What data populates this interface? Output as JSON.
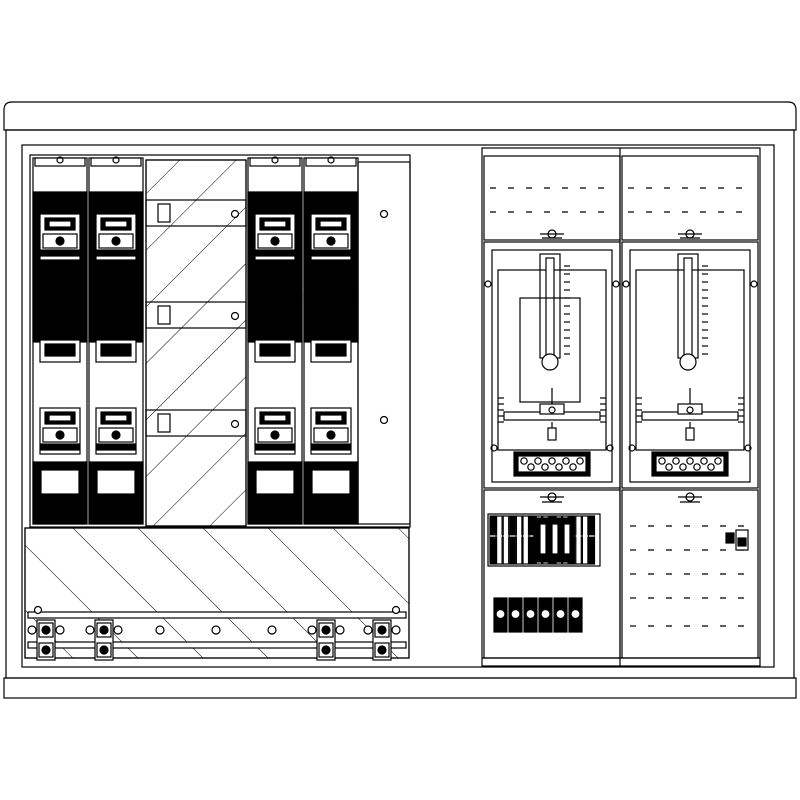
{
  "diagram": {
    "kind": "electrical-distribution-cabinet-line-drawing",
    "stroke_color": "#000000",
    "background_color": "#ffffff",
    "fuse_column_count": 4,
    "fuse_columns_per_group": 2,
    "hatched_divider_panels": 1,
    "busbar_terminal_count": 4,
    "busbar_round_holes": 3,
    "meter_panels": [
      {
        "id": "meter-1",
        "has_terminal_block": true,
        "terminal_count": 9
      },
      {
        "id": "meter-2",
        "has_terminal_block": true,
        "terminal_count": 9
      }
    ],
    "lower_left_module": {
      "din_terminal_count": 16,
      "fuse_holder_count": 6
    },
    "lower_right_module": {
      "contains": "small-device"
    }
  }
}
